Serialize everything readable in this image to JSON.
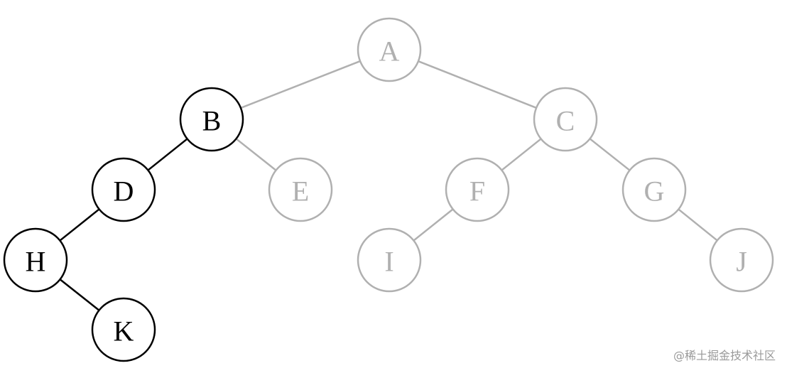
{
  "nodes": [
    {
      "id": "A",
      "label": "A",
      "highlighted": false
    },
    {
      "id": "B",
      "label": "B",
      "highlighted": true
    },
    {
      "id": "C",
      "label": "C",
      "highlighted": false
    },
    {
      "id": "D",
      "label": "D",
      "highlighted": true
    },
    {
      "id": "E",
      "label": "E",
      "highlighted": false
    },
    {
      "id": "F",
      "label": "F",
      "highlighted": false
    },
    {
      "id": "G",
      "label": "G",
      "highlighted": false
    },
    {
      "id": "H",
      "label": "H",
      "highlighted": true
    },
    {
      "id": "I",
      "label": "I",
      "highlighted": false
    },
    {
      "id": "J",
      "label": "J",
      "highlighted": false
    },
    {
      "id": "K",
      "label": "K",
      "highlighted": true
    }
  ],
  "edges": [
    {
      "from": "A",
      "to": "B",
      "highlighted": false
    },
    {
      "from": "A",
      "to": "C",
      "highlighted": false
    },
    {
      "from": "B",
      "to": "D",
      "highlighted": true
    },
    {
      "from": "B",
      "to": "E",
      "highlighted": false
    },
    {
      "from": "C",
      "to": "F",
      "highlighted": false
    },
    {
      "from": "C",
      "to": "G",
      "highlighted": false
    },
    {
      "from": "D",
      "to": "H",
      "highlighted": true
    },
    {
      "from": "F",
      "to": "I",
      "highlighted": false
    },
    {
      "from": "G",
      "to": "J",
      "highlighted": false
    },
    {
      "from": "H",
      "to": "K",
      "highlighted": true
    }
  ],
  "colors": {
    "highlighted": "#000000",
    "dimmed": "#b0b0b0"
  },
  "watermark": "@稀土掘金技术社区"
}
